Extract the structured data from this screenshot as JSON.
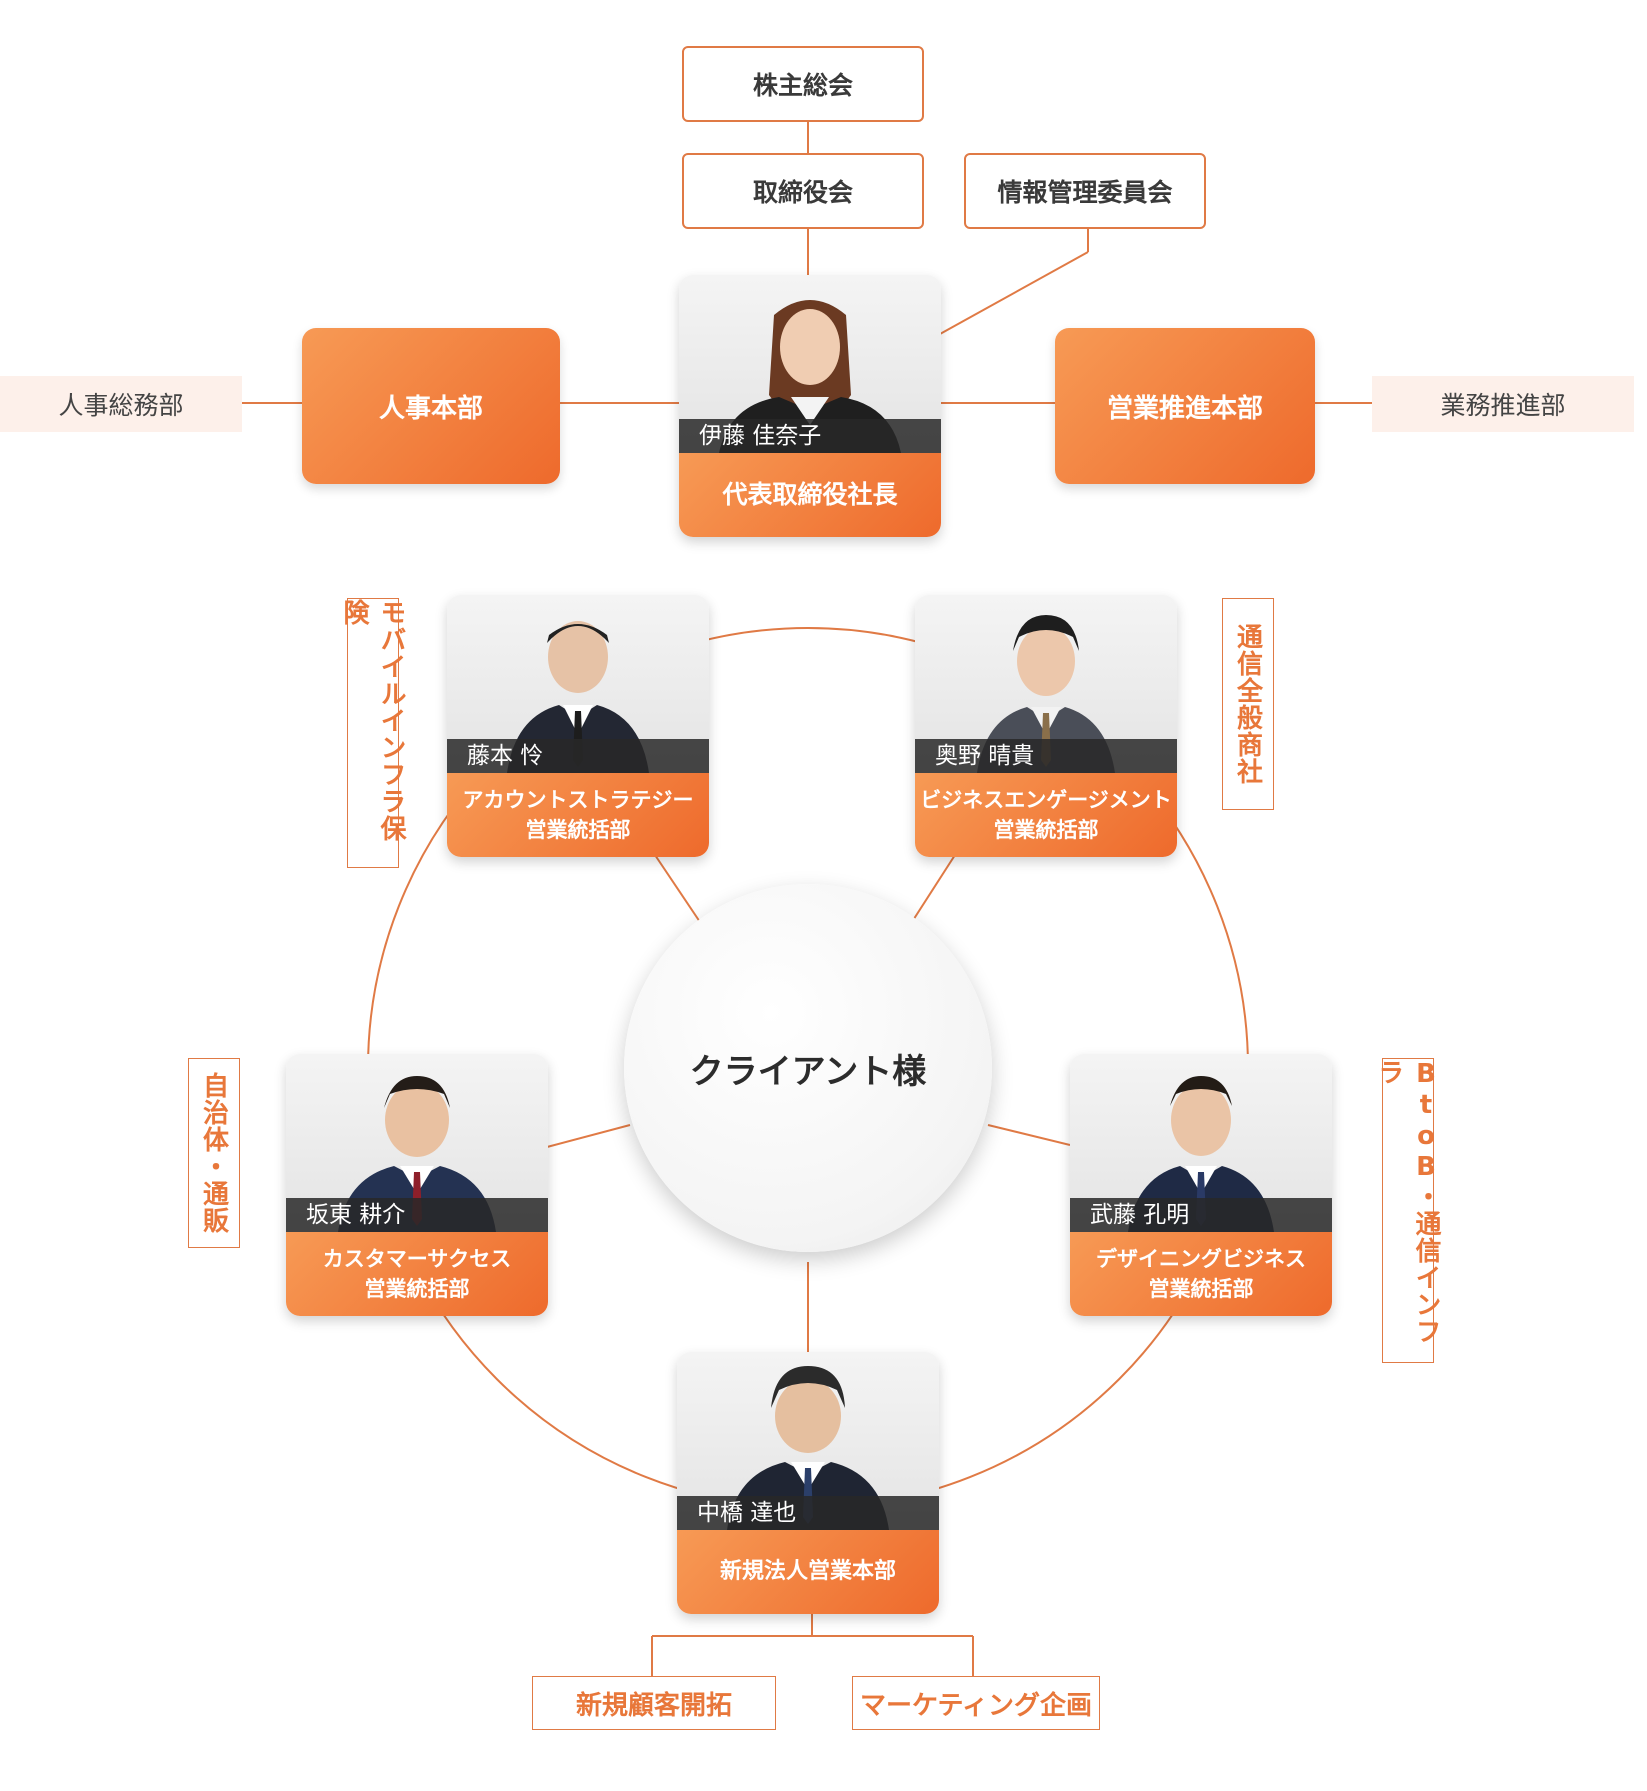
{
  "top_boxes": {
    "shareholders": "株主総会",
    "board": "取締役会",
    "info_committee": "情報管理委員会"
  },
  "side_units": {
    "left": "人事総務部",
    "right": "業務推進部"
  },
  "head_depts": {
    "left": "人事本部",
    "right": "営業推進本部"
  },
  "ceo": {
    "name": "伊藤 佳奈子",
    "title": "代表取締役社長"
  },
  "client_center": "クライアント様",
  "members": [
    {
      "name": "藤本 怜",
      "title_line1": "アカウントストラテジー",
      "title_line2": "営業統括部",
      "area_label": "モバイルインフラ保険"
    },
    {
      "name": "奥野 晴貴",
      "title_line1": "ビジネスエンゲージメント",
      "title_line2": "営業統括部",
      "area_label": "通信全般商社"
    },
    {
      "name": "坂東 耕介",
      "title_line1": "カスタマーサクセス",
      "title_line2": "営業統括部",
      "area_label": "自治体・通販"
    },
    {
      "name": "武藤 孔明",
      "title_line1": "デザイニングビジネス",
      "title_line2": "営業統括部",
      "area_label": "BtoB・通信インフラ"
    },
    {
      "name": "中橋 達也",
      "title_line1": "新規法人営業本部",
      "title_line2": ""
    }
  ],
  "bottom_labels": {
    "left": "新規顧客開拓",
    "right": "マーケティング企画"
  },
  "colors": {
    "accent": "#ee6a2c",
    "accent_light": "#f79a55",
    "line": "#e07a45",
    "side_bg": "#fdf0ea"
  }
}
